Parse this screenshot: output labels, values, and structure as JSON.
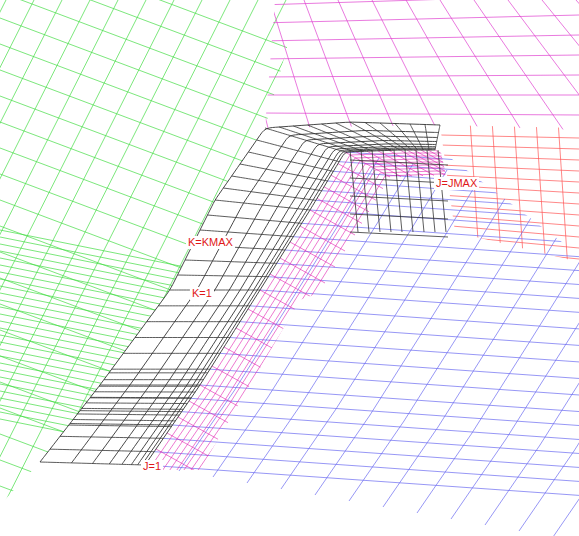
{
  "diagram": {
    "labels": [
      "K=KMAX",
      "K=1",
      "J=JMAX",
      "J=1"
    ]
  }
}
